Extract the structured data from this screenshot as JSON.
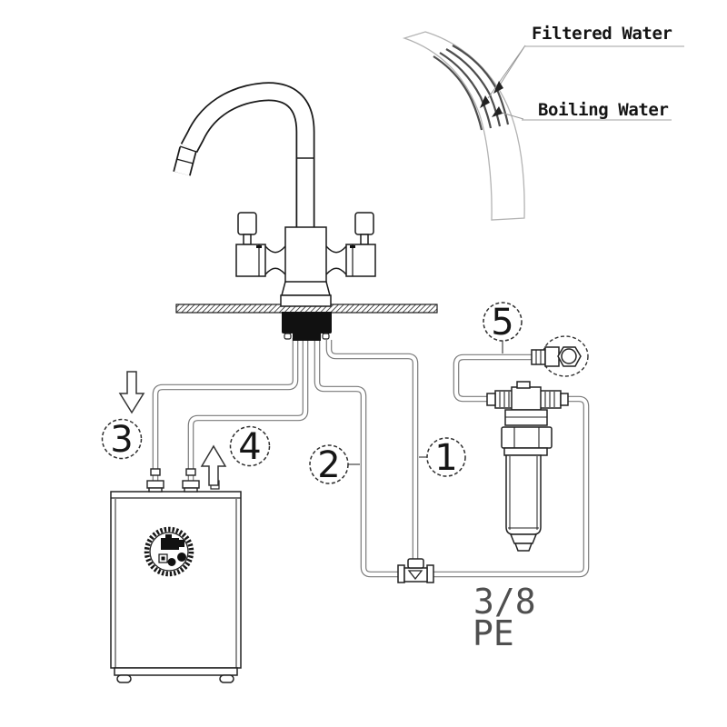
{
  "diagram_title": "faucet-boiler-filter-installation-diagram",
  "inset": {
    "filtered_label": "Filtered Water",
    "boiling_label": "Boiling Water"
  },
  "callouts": [
    {
      "label": "1"
    },
    {
      "label": "2"
    },
    {
      "label": "3"
    },
    {
      "label": "4"
    },
    {
      "label": "5"
    }
  ],
  "spec": {
    "size": "3/8",
    "material": "PE"
  },
  "colors": {
    "line": "#1a1a1a",
    "pipe": "#7a7a7a",
    "spec_text": "#4f4f4f",
    "inset_edge": "#b3b3b3"
  }
}
